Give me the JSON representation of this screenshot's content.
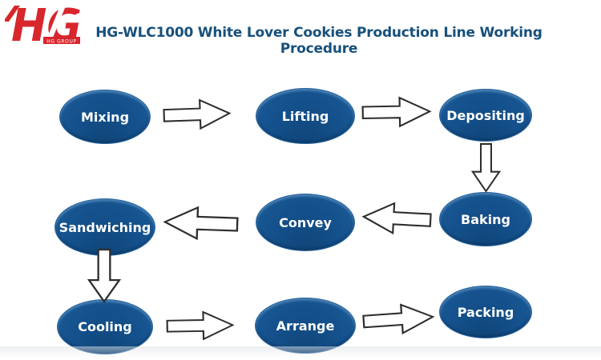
{
  "page": {
    "background": "#ffffff"
  },
  "logo": {
    "text": "HG",
    "subtext": "HG GROUP",
    "brand_color": "#d8262d",
    "subtext_color": "#ffffff"
  },
  "header": {
    "title": "HG-WLC1000 White Lover Cookies Production Line Working Procedure",
    "title_color": "#17507c"
  },
  "flowchart": {
    "node_fill": "#14508b",
    "node_text_color": "#ffffff",
    "arrow_fill": "#ffffff",
    "arrow_outline": "#2e2e2e",
    "nodes": [
      {
        "id": "mixing",
        "label": "Mixing"
      },
      {
        "id": "lifting",
        "label": "Lifting"
      },
      {
        "id": "depositing",
        "label": "Depositing"
      },
      {
        "id": "baking",
        "label": "Baking"
      },
      {
        "id": "convey",
        "label": "Convey"
      },
      {
        "id": "sandwiching",
        "label": "Sandwiching"
      },
      {
        "id": "cooling",
        "label": "Cooling"
      },
      {
        "id": "arrange",
        "label": "Arrange"
      },
      {
        "id": "packing",
        "label": "Packing"
      }
    ],
    "edges": [
      {
        "from": "Mixing",
        "to": "Lifting",
        "direction": "right"
      },
      {
        "from": "Lifting",
        "to": "Depositing",
        "direction": "right"
      },
      {
        "from": "Depositing",
        "to": "Baking",
        "direction": "down"
      },
      {
        "from": "Baking",
        "to": "Convey",
        "direction": "left"
      },
      {
        "from": "Convey",
        "to": "Sandwiching",
        "direction": "left"
      },
      {
        "from": "Sandwiching",
        "to": "Cooling",
        "direction": "down"
      },
      {
        "from": "Cooling",
        "to": "Arrange",
        "direction": "right"
      },
      {
        "from": "Arrange",
        "to": "Packing",
        "direction": "right"
      }
    ]
  }
}
